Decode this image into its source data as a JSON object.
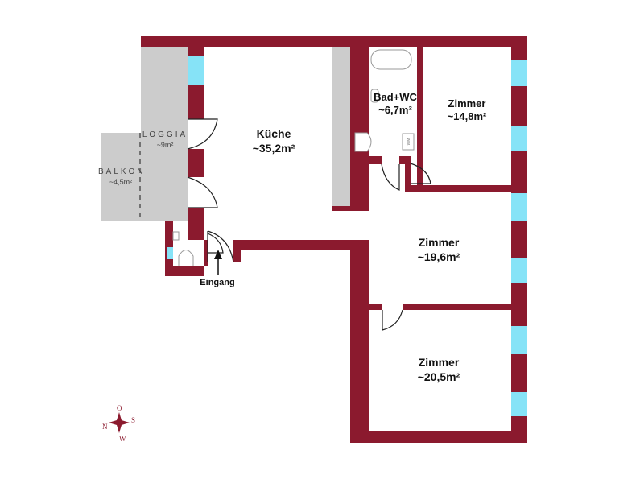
{
  "colors": {
    "wall": "#8b1a2e",
    "window": "#86e3f7",
    "outdoor": "#cccccc"
  },
  "rooms": {
    "kueche": {
      "name": "Küche",
      "area": "~35,2m²"
    },
    "bad": {
      "name": "Bad+WC",
      "area": "~6,7m²"
    },
    "zimmer1": {
      "name": "Zimmer",
      "area": "~14,8m²"
    },
    "zimmer2": {
      "name": "Zimmer",
      "area": "~19,6m²"
    },
    "zimmer3": {
      "name": "Zimmer",
      "area": "~20,5m²"
    },
    "loggia": {
      "name": "LOGGIA",
      "area": "~9m²"
    },
    "balkon": {
      "name": "BALKON",
      "area": "~4,5m²"
    }
  },
  "entrance": {
    "label": "Eingang"
  },
  "fixtures": {
    "washing_machine": "WM"
  },
  "compass": {
    "top": "O",
    "left": "N",
    "right": "S",
    "bottom": "W"
  }
}
